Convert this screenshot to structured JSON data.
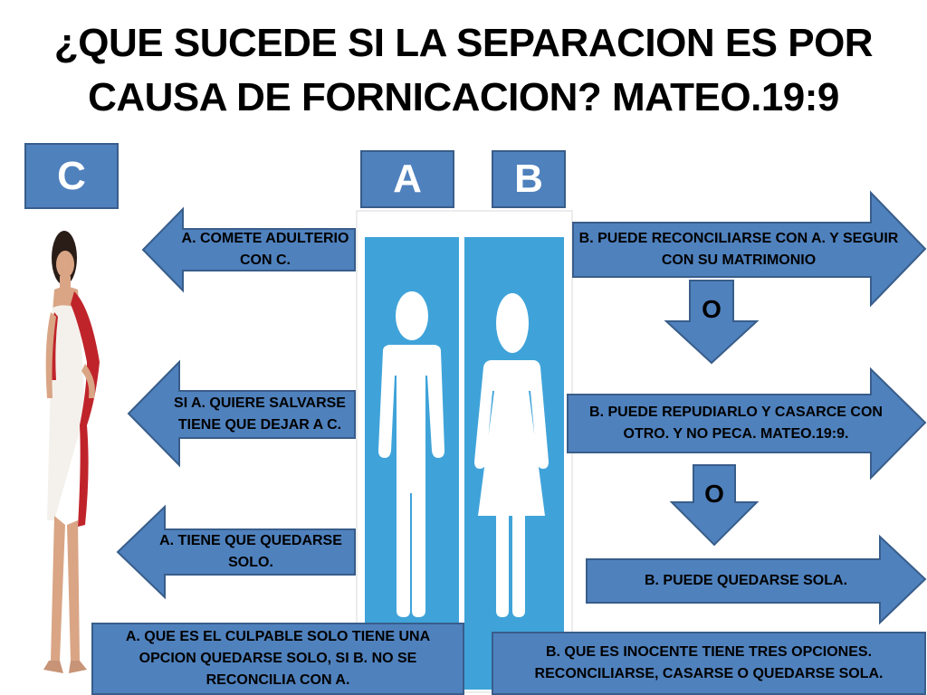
{
  "title": {
    "line1": "¿QUE SUCEDE SI LA SEPARACION ES POR",
    "line2": "CAUSA DE FORNICACION? MATEO.19:9"
  },
  "labels": {
    "c": "C",
    "a": "A",
    "b": "B"
  },
  "left_arrows": [
    "A. COMETE ADULTERIO CON C.",
    "SI A. QUIERE SALVARSE TIENE QUE DEJAR A C.",
    "A. TIENE QUE QUEDARSE SOLO."
  ],
  "right_arrows": [
    "B. PUEDE RECONCILIARSE CON A. Y SEGUIR CON SU MATRIMONIO",
    "B. PUEDE REPUDIARLO Y CASARCE CON OTRO. Y NO PECA. MATEO.19:9.",
    "B. PUEDE QUEDARSE SOLA."
  ],
  "or_labels": [
    "O",
    "O"
  ],
  "summaries": {
    "a": "A. QUE ES EL CULPABLE SOLO TIENE UNA OPCION QUEDARSE SOLO, SI B. NO SE RECONCILIA CON A.",
    "b": "B. QUE ES INOCENTE TIENE TRES OPCIONES. RECONCILIARSE, CASARSE O QUEDARSE SOLA."
  },
  "colors": {
    "shape_fill": "#4f81bd",
    "shape_border": "#385d8a",
    "restroom_blue": "#3fa3d9",
    "drape_red": "#c0242b"
  },
  "icons": [
    "man-icon",
    "woman-icon",
    "woman-figure-icon"
  ]
}
